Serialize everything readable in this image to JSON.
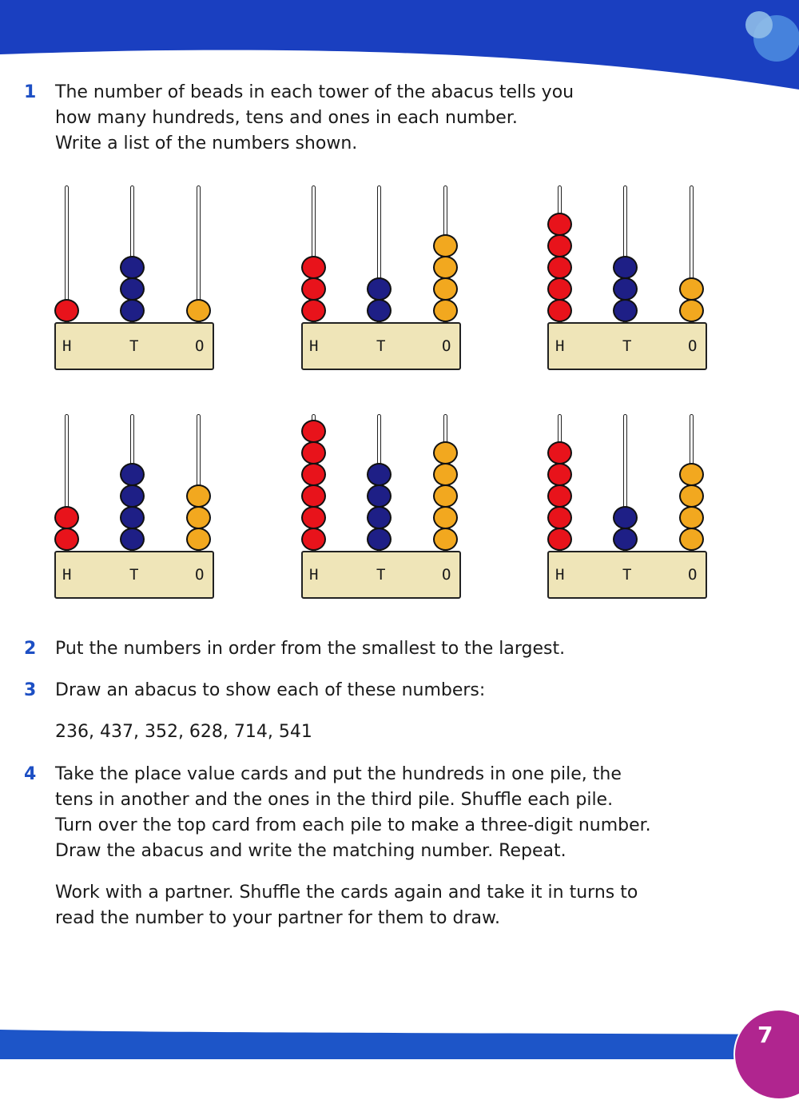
{
  "colors": {
    "accent": "#1d4fc4",
    "header": "#1a3fc0",
    "hundreds": "#e8131b",
    "tens": "#1e1f86",
    "ones": "#f2a81f",
    "page_badge": "#b0258f"
  },
  "questions": [
    {
      "number": "1",
      "lines": [
        "The number of beads in each tower of the abacus tells you",
        "how many hundreds, tens and ones in each number.",
        "Write a list of the numbers shown."
      ]
    },
    {
      "number": "2",
      "lines": [
        "Put the numbers in order from the smallest to the largest."
      ]
    },
    {
      "number": "3",
      "lines": [
        "Draw an abacus to show each of these numbers:"
      ],
      "extra": "236, 437, 352, 628, 714, 541"
    },
    {
      "number": "4",
      "lines": [
        "Take the place value cards and put the hundreds in one pile, the",
        "tens in another and the ones in the third pile. Shuffle each pile.",
        "Turn over the top card from each pile to make a three-digit number.",
        "Draw the abacus and write the matching number. Repeat."
      ],
      "extra_lines": [
        "Work with a partner. Shuffle the cards again and take it in turns to",
        "read the number to your partner for them to draw."
      ]
    }
  ],
  "abacus_labels": [
    "H",
    "T",
    "O"
  ],
  "abacuses": [
    {
      "hundreds": 1,
      "tens": 3,
      "ones": 1
    },
    {
      "hundreds": 3,
      "tens": 2,
      "ones": 4
    },
    {
      "hundreds": 5,
      "tens": 3,
      "ones": 2
    },
    {
      "hundreds": 2,
      "tens": 4,
      "ones": 3
    },
    {
      "hundreds": 6,
      "tens": 4,
      "ones": 5
    },
    {
      "hundreds": 5,
      "tens": 2,
      "ones": 4
    }
  ],
  "page_number": "7"
}
